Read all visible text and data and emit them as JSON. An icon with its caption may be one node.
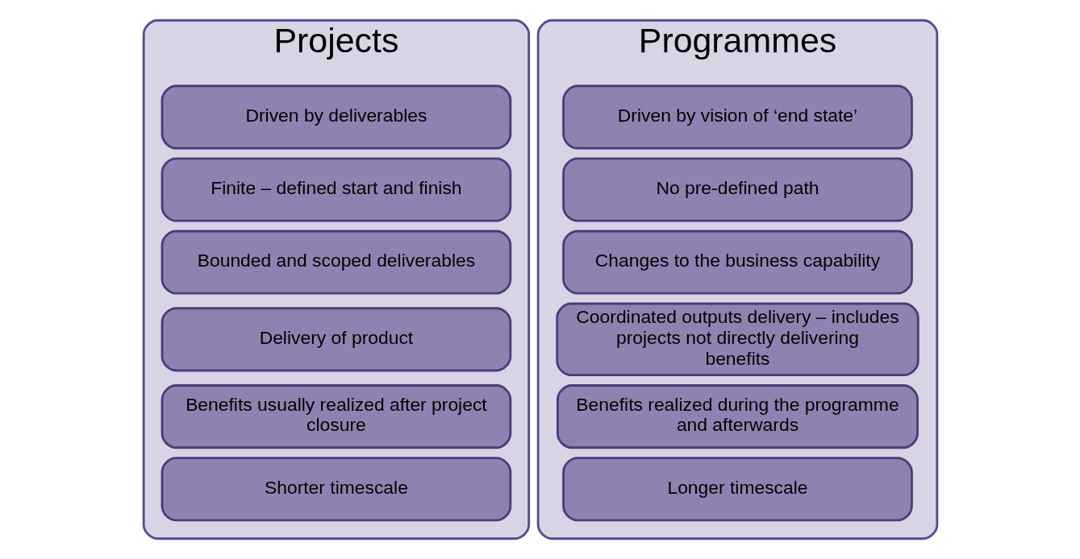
{
  "diagram": {
    "nodes": [
      {
        "text": [
          "Projects"
        ]
      },
      {
        "text": [
          "Driven by deliverables"
        ],
        "in": 0
      },
      {
        "text": [
          "Finite – defined start and finish"
        ],
        "in": 0
      },
      {
        "text": [
          "Bounded and scoped deliverables"
        ],
        "in": 0
      },
      {
        "text": [
          "Delivery of product"
        ],
        "in": 0
      },
      {
        "text": [
          "Benefits usually realized after project closure"
        ],
        "in": 0
      },
      {
        "text": [
          "Shorter timescale"
        ],
        "in": 0
      },
      {
        "text": [
          "Programmes"
        ]
      },
      {
        "text": [
          "Driven by vision of ‘end state’"
        ],
        "in": 7
      },
      {
        "text": [
          "No pre-defined path"
        ],
        "in": 7
      },
      {
        "text": [
          "Changes to the business capability"
        ],
        "in": 7
      },
      {
        "text": [
          "Coordinated outputs delivery – includes projects not directly delivering benefits"
        ],
        "in": 7
      },
      {
        "text": [
          "Benefits realized during the programme and afterwards"
        ],
        "in": 7
      },
      {
        "text": [
          "Longer timescale"
        ],
        "in": 7
      }
    ]
  }
}
